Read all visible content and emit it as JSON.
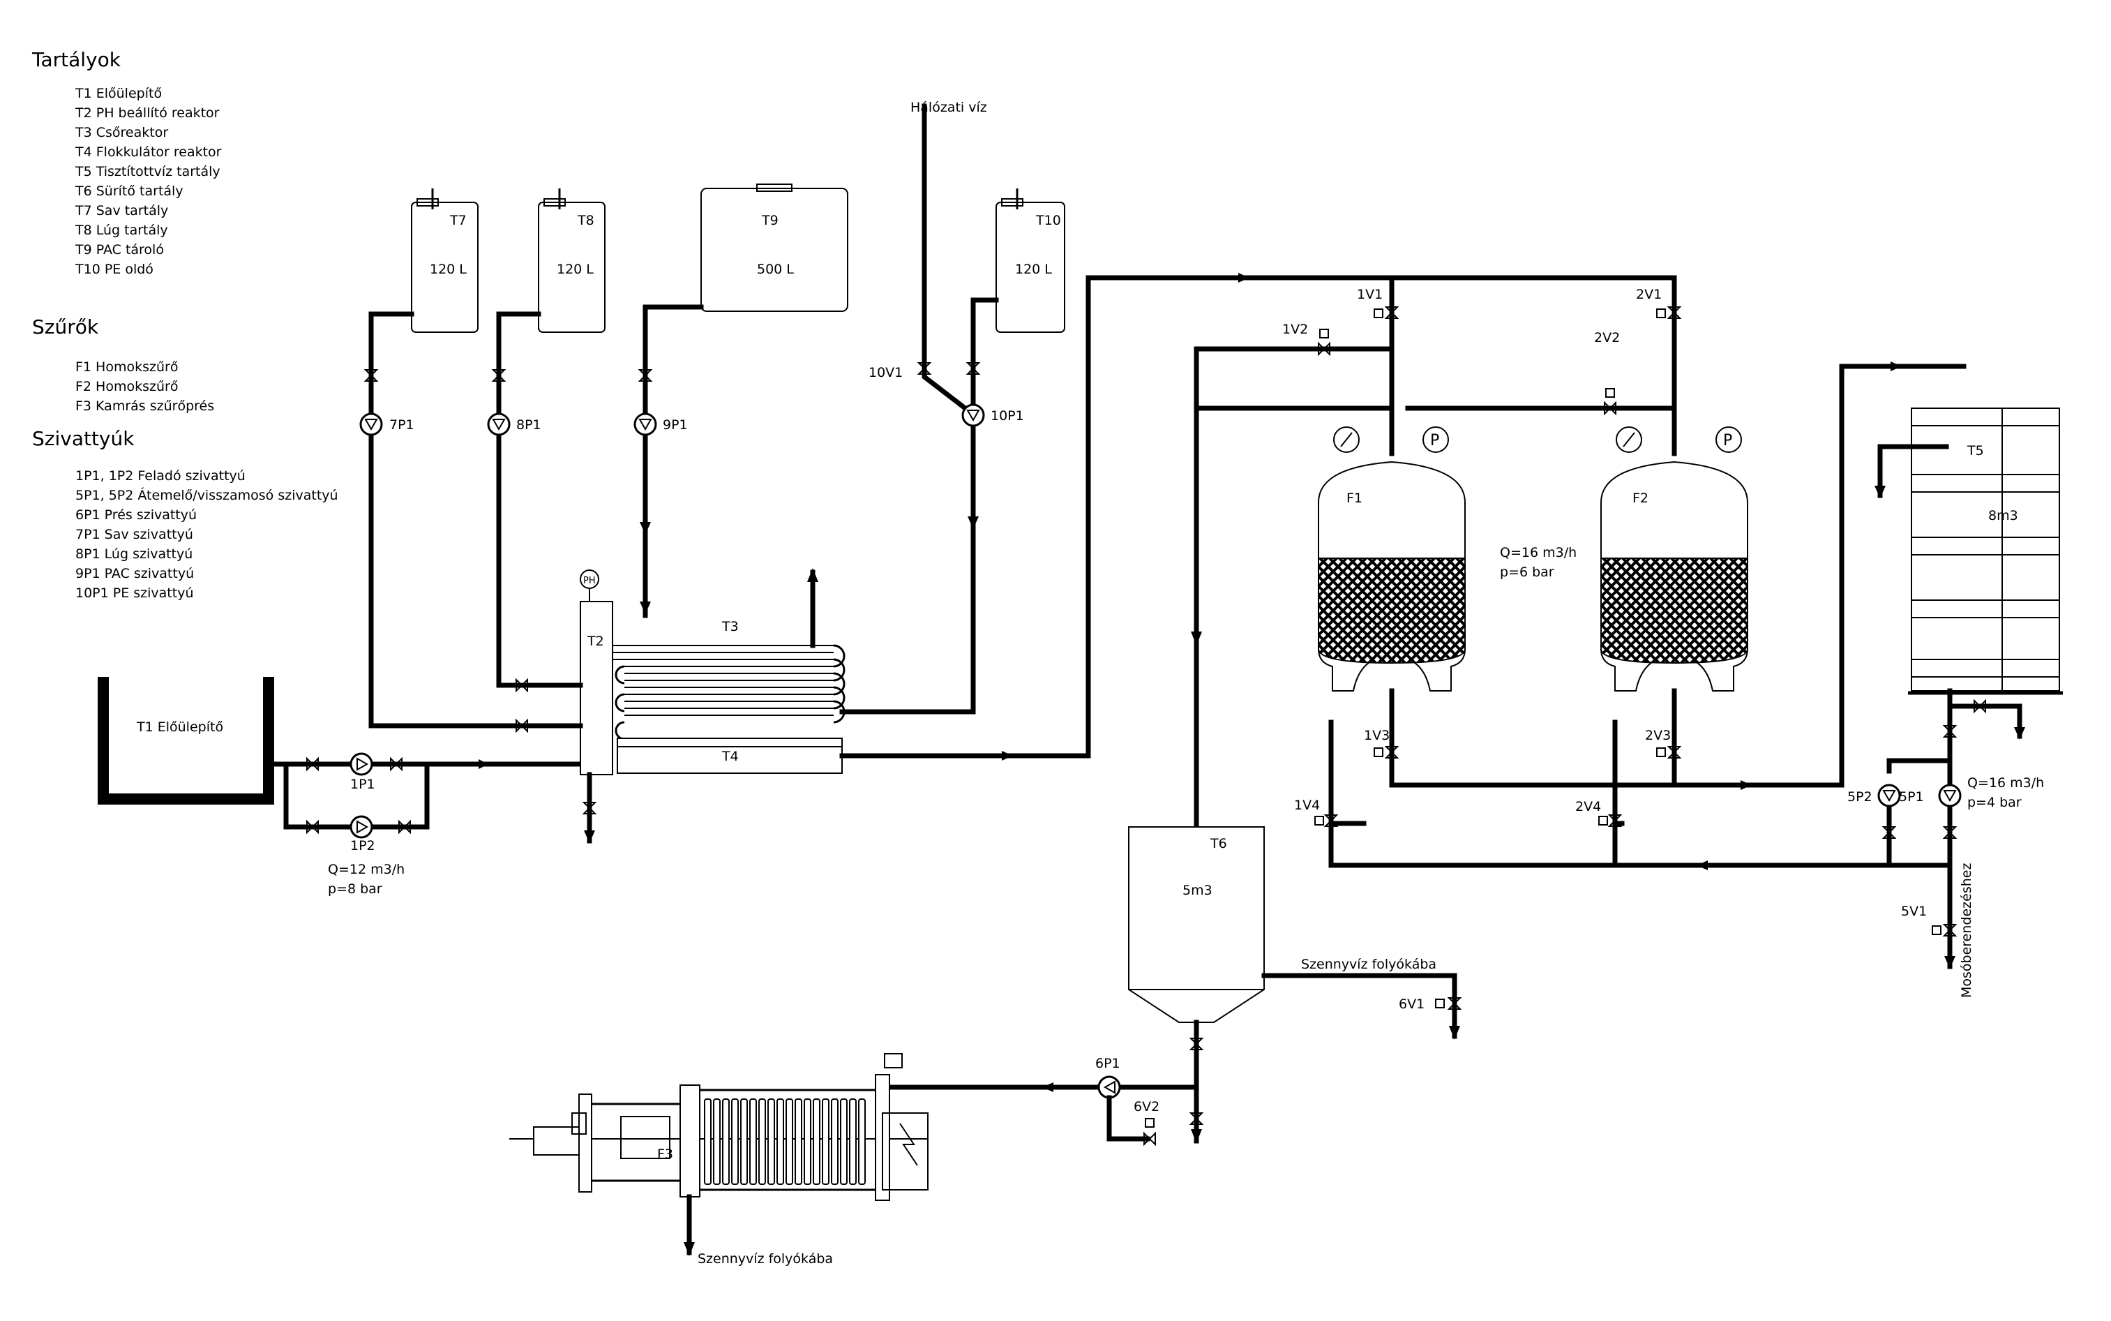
{
  "legend": {
    "tanks_heading": "Tartályok",
    "tanks": [
      "T1 Előülepítő",
      "T2 PH beállító reaktor",
      "T3 Csőreaktor",
      "T4 Flokkulátor reaktor",
      "T5 Tisztítottvíz tartály",
      "T6 Sürítő tartály",
      "T7 Sav tartály",
      "T8 Lúg tartály",
      "T9 PAC tároló",
      "T10 PE oldó"
    ],
    "filters_heading": "Szűrők",
    "filters": [
      "F1 Homokszűrő",
      "F2 Homokszűrő",
      "F3 Kamrás szűrőprés"
    ],
    "pumps_heading": "Szivattyúk",
    "pumps": [
      "1P1, 1P2 Feladó szivattyú",
      "5P1, 5P2 Átemelő/visszamosó szivattyú",
      "6P1 Prés szivattyú",
      "7P1 Sav szivattyú",
      "8P1 Lúg szivattyú",
      "9P1 PAC szivattyú",
      "10P1 PE szivattyú"
    ]
  },
  "tanks": {
    "t1": "T1 Előülepítő",
    "t2": "T2",
    "t3": "T3",
    "t4": "T4",
    "t5": "T5",
    "t5_volume": "8m3",
    "t6": "T6",
    "t6_volume": "5m3",
    "t7": "T7",
    "t7_volume": "120 L",
    "t8": "T8",
    "t8_volume": "120 L",
    "t9": "T9",
    "t9_volume": "500 L",
    "t10": "T10",
    "t10_volume": "120 L"
  },
  "filters": {
    "f1": "F1",
    "f2": "F2",
    "f3": "F3",
    "spec_flow": "Q=16 m3/h",
    "spec_pressure": "p=6 bar"
  },
  "pumps": {
    "p1p1": "1P1",
    "p1p2": "1P2",
    "p5p1": "5P1",
    "p5p2": "5P2",
    "p6p1": "6P1",
    "p7p1": "7P1",
    "p8p1": "8P1",
    "p9p1": "9P1",
    "p10p1": "10P1",
    "feed_flow": "Q=12 m3/h",
    "feed_pressure": "p=8 bar",
    "transfer_flow": "Q=16 m3/h",
    "transfer_pressure": "p=4 bar"
  },
  "valves": {
    "v1v1": "1V1",
    "v1v2": "1V2",
    "v1v3": "1V3",
    "v1v4": "1V4",
    "v2v1": "2V1",
    "v2v2": "2V2",
    "v2v3": "2V3",
    "v2v4": "2V4",
    "v5v1": "5V1",
    "v6v1": "6V1",
    "v6v2": "6V2",
    "v10v1": "10V1"
  },
  "instruments": {
    "ph": "PH",
    "pressure": "P"
  },
  "streams": {
    "mains_water": "Hálózati víz",
    "wastewater_sewer_1": "Szennyvíz folyókába",
    "wastewater_sewer_2": "Szennyvíz folyókába",
    "to_washing_equipment": "Mosóberendezéshez"
  }
}
